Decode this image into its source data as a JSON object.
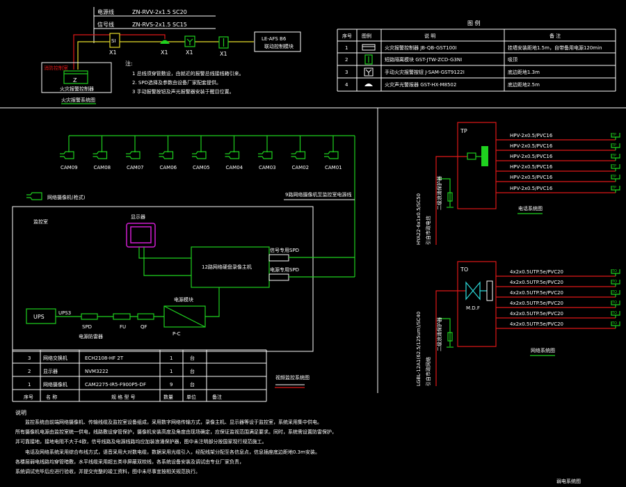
{
  "colors": {
    "background": "#000000",
    "lines": "#ffffff",
    "green": "#1fd21f",
    "red": "#e01818",
    "yellow": "#e6dc2a",
    "magenta": "#d21ed2",
    "cyan": "#2ad2d2"
  },
  "fire": {
    "power_label": "电源线",
    "power_cable": "ZN-RVV-2x1.5 SC20",
    "signal_label": "信号线",
    "signal_cable": "ZN-RVS-2x1.5 SC15",
    "si": "SI",
    "z": "Z",
    "x1": "X1",
    "module": [
      "LE-AFS B6",
      "联动控制模块"
    ],
    "room": "消防控制室",
    "controller": "火灾报警控制器",
    "title": "火灾报警系统图",
    "notes_head": "注:",
    "notes": [
      "1  总线须穿管敷设，由就近的报警总线接线箱引来。",
      "2. SPD选择及参数由设备厂家配套提供。",
      "3  手动报警按钮及声光报警器安装于醒目位置。"
    ]
  },
  "legend": {
    "title": "图    例",
    "headers": [
      "序号",
      "图例",
      "说    明",
      "备  注"
    ],
    "rows": [
      {
        "no": "1",
        "icon": "fire-alarm-controller-icon",
        "desc": "火灾报警控制器 JB-QB-GST100I",
        "note": "挂墙安装距地1.5m，自带备用电源120min"
      },
      {
        "no": "2",
        "icon": "isolator-module-icon",
        "desc": "短路隔离模块 GST-JTW-ZCD-G3NI",
        "note": "吸顶"
      },
      {
        "no": "3",
        "icon": "manual-call-point-icon",
        "desc": "手动火灾报警按钮 J-SAM-GST9122I",
        "note": "底边距地1.3m"
      },
      {
        "no": "4",
        "icon": "sounder-strobe-icon",
        "desc": "火灾声光警报器 GST-HX-M8502",
        "note": "底边距地2.5m"
      }
    ]
  },
  "cctv": {
    "cameras": [
      "CAM09",
      "CAM08",
      "CAM07",
      "CAM06",
      "CAM05",
      "CAM04",
      "CAM03",
      "CAM02",
      "CAM01"
    ],
    "camera_legend": "网络摄像机(枪式)",
    "feed_label": "9路网络摄像机至监控室电源线",
    "room": "监控室",
    "monitor": "显示器",
    "nvr": "12路网络硬盘录像主机",
    "spd_signal": "信号专用SPD",
    "spd_power": "电源专用SPD",
    "ups": "UPS",
    "ups_out": "UPS3",
    "spd": "SPD",
    "fu": "FU",
    "qf": "QF",
    "spd_note": "电源防雷器",
    "psu_label": "电源模块",
    "psu": "P-C",
    "title": "视频监控系统图",
    "table": {
      "rows": [
        [
          "3",
          "网络交换机",
          "ECH2108-HF    2T",
          "1",
          "台",
          ""
        ],
        [
          "2",
          "显示器",
          "NVM3222",
          "1",
          "台",
          ""
        ],
        [
          "1",
          "网络摄像机",
          "CAM2275-IR5-F900P5-DF",
          "9",
          "台",
          ""
        ]
      ],
      "headers": [
        "序号",
        "名  称",
        "规 格 型 号",
        "数量",
        "单位",
        "备注"
      ]
    }
  },
  "notes": {
    "head": "说明",
    "lines": [
      "监控系统由前端网络摄像机、传输线缆及监控室设备组成，采用数字网络传输方式，录像主机、显示器等设于监控室，系统采用集中供电。",
      "所有摄像机电源由监控室统一供电，线路敷设穿管保护，摄像机安装高度及角度由现场确定，应保证监视范围满足要求。同时，系统需设置防雷保护，",
      "并可靠接地，接地电阻不大于4欧，信号线路及电源线路均应加装浪涌保护器，图中未注明部分按国家现行规范施工。",
      "电话及网络系统采用综合布线方式，语音采用大对数电缆，数据采用光缆引入，经配线架分配至各信息点，信息插座底边距地0.3m安装。",
      "各楼层弱电线路均穿管暗敷，水平线缆采用超五类非屏蔽双绞线，各系统设备安装及调试由专业厂家负责，",
      "系统调试完毕后应进行验收，并提交完整的竣工资料，图中未尽事宜按相关规范执行。"
    ]
  },
  "phone": {
    "tp": "TP",
    "cable": "HPV-2x0.5/PVC16",
    "outlet": "TP",
    "trunk": "HYA22-6x1x0.5/SC50",
    "trunk_note": "引自市政电信",
    "ground": "二级浪涌保护器",
    "title": "电话系统图"
  },
  "network": {
    "to": "TO",
    "mdf": "M.D.F",
    "cable": "4x2x0.5UTP.5e/PVC20",
    "outlet": "TO",
    "trunk": "LGBL-12A1(62.5/125um)/SC40",
    "trunk_note": "引自市政网络",
    "ground": "二级浪涌保护器",
    "title": "网络系统图"
  },
  "drawing_title": "弱电系统图"
}
